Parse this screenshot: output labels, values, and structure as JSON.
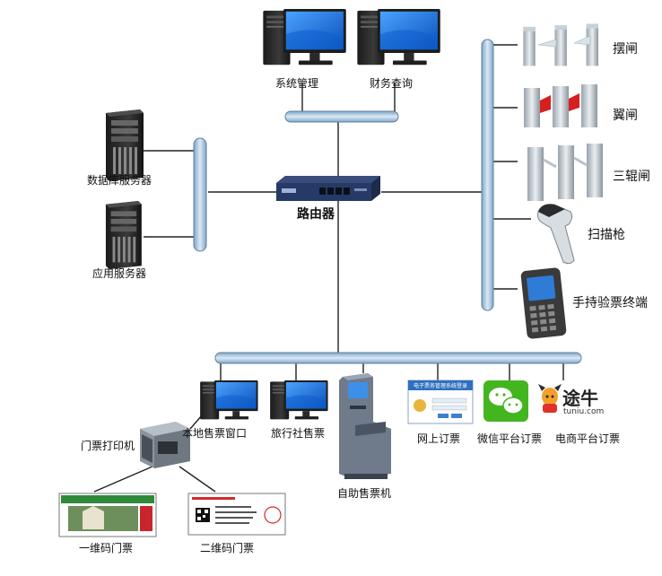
{
  "top_nodes": {
    "system_mgmt": "系统管理",
    "finance_query": "财务查询"
  },
  "left_nodes": {
    "db_server": "数据库服务器",
    "app_server": "应用服务器"
  },
  "router": "路由器",
  "right_devices": {
    "swing_gate": "摆闸",
    "wing_gate": "翼闸",
    "tripod_gate": "三辊闸",
    "scanner": "扫描枪",
    "handheld": "手持验票终端"
  },
  "bottom_nodes": {
    "ticket_printer": "门票打印机",
    "local_window": "本地售票窗口",
    "travel_agency": "旅行社售票",
    "kiosk": "自助售票机",
    "online": "网上订票",
    "wechat": "微信平台订票",
    "ecommerce": "电商平台订票"
  },
  "tickets": {
    "barcode": "一维码门票",
    "qrcode": "二维码门票"
  },
  "tuniu": {
    "brand": "途牛",
    "domain": "tuniu.com"
  },
  "online_window": {
    "title": "电子票务管理系统登录"
  },
  "colors": {
    "bus": "#b8d3ea",
    "bus_stroke": "#5e7f9c",
    "line": "#222222",
    "monitor_blue": "#1a6cd6",
    "wechat_green": "#43b51f"
  }
}
